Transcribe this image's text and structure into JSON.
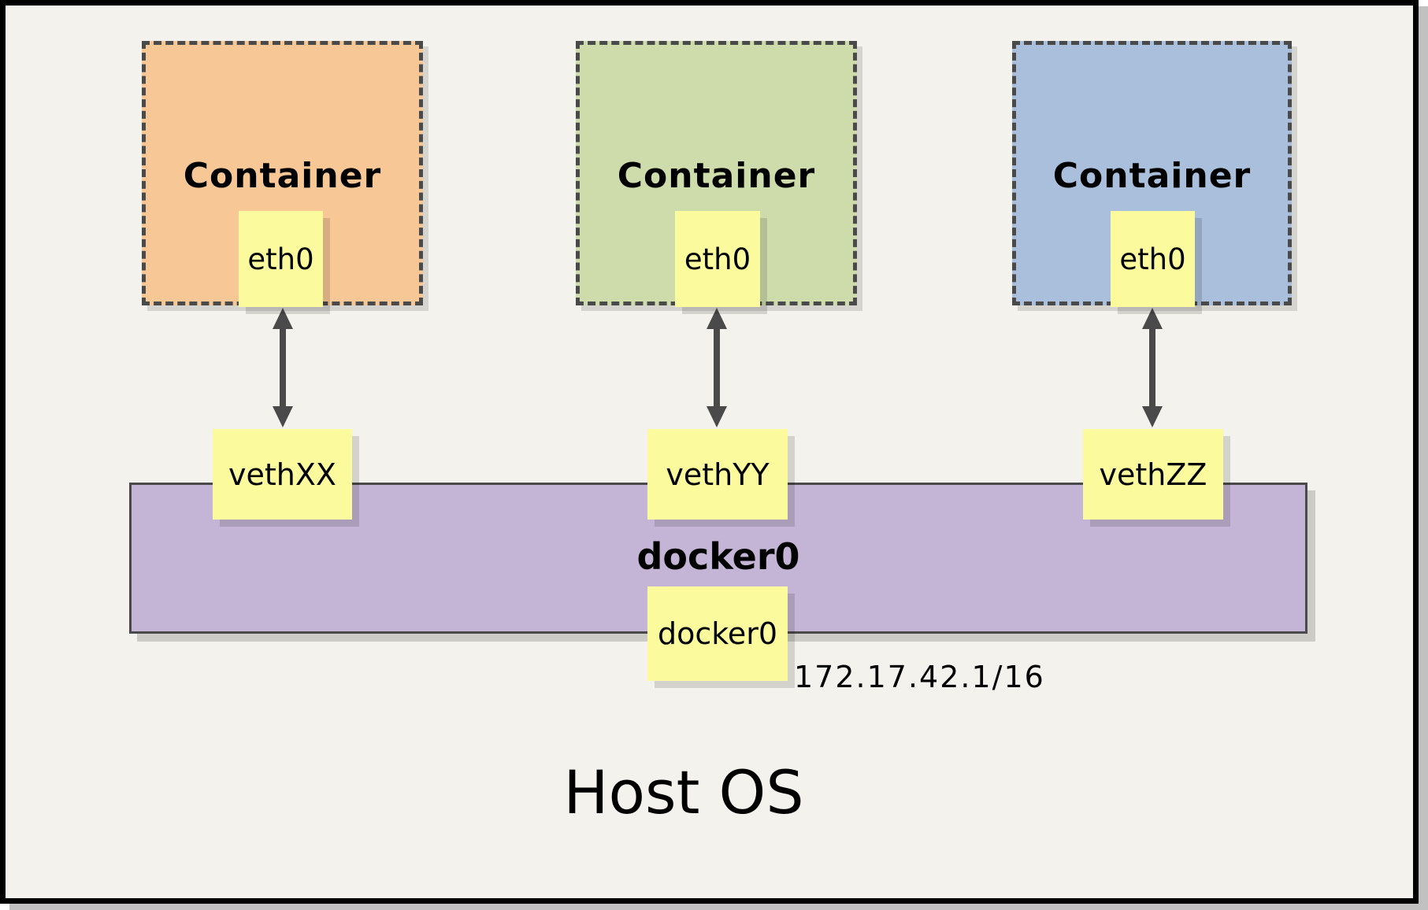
{
  "frame": {
    "background": "#F4F2EC",
    "border_color": "#000000",
    "shadow_color": "#C1C1C1"
  },
  "host": {
    "label": "Host OS"
  },
  "containers": [
    {
      "label": "Container",
      "interface": "eth0",
      "veth": "vethXX",
      "fill": "#F7C896"
    },
    {
      "label": "Container",
      "interface": "eth0",
      "veth": "vethYY",
      "fill": "#CEDCAB"
    },
    {
      "label": "Container",
      "interface": "eth0",
      "veth": "vethZZ",
      "fill": "#AABFDC"
    }
  ],
  "bridge": {
    "label": "docker0",
    "interface": "docker0",
    "ip": "172.17.42.1/16",
    "fill": "#C4B5D6"
  },
  "icons": {
    "veth_link_arrow": "double-headed-vertical-arrow",
    "arrow_color": "#4A4A4A"
  }
}
